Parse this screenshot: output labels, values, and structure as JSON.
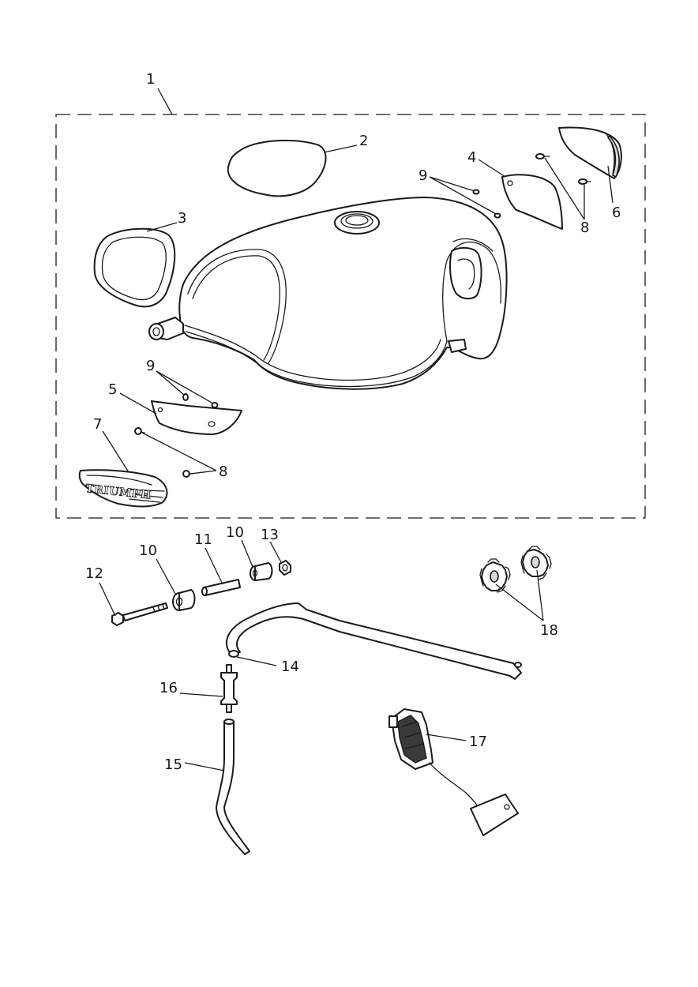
{
  "diagram": {
    "type": "exploded-parts-diagram",
    "callouts": [
      {
        "id": "c1",
        "label": "1"
      },
      {
        "id": "c2",
        "label": "2"
      },
      {
        "id": "c3",
        "label": "3"
      },
      {
        "id": "c4",
        "label": "4"
      },
      {
        "id": "c5",
        "label": "5"
      },
      {
        "id": "c6",
        "label": "6"
      },
      {
        "id": "c7",
        "label": "7"
      },
      {
        "id": "c8a",
        "label": "8"
      },
      {
        "id": "c8b",
        "label": "8"
      },
      {
        "id": "c9a",
        "label": "9"
      },
      {
        "id": "c9b",
        "label": "9"
      },
      {
        "id": "c10a",
        "label": "10"
      },
      {
        "id": "c10b",
        "label": "10"
      },
      {
        "id": "c11",
        "label": "11"
      },
      {
        "id": "c12",
        "label": "12"
      },
      {
        "id": "c13",
        "label": "13"
      },
      {
        "id": "c14",
        "label": "14"
      },
      {
        "id": "c15",
        "label": "15"
      },
      {
        "id": "c16",
        "label": "16"
      },
      {
        "id": "c17",
        "label": "17"
      },
      {
        "id": "c18",
        "label": "18"
      }
    ],
    "logo_text": "TRIUMPH"
  }
}
